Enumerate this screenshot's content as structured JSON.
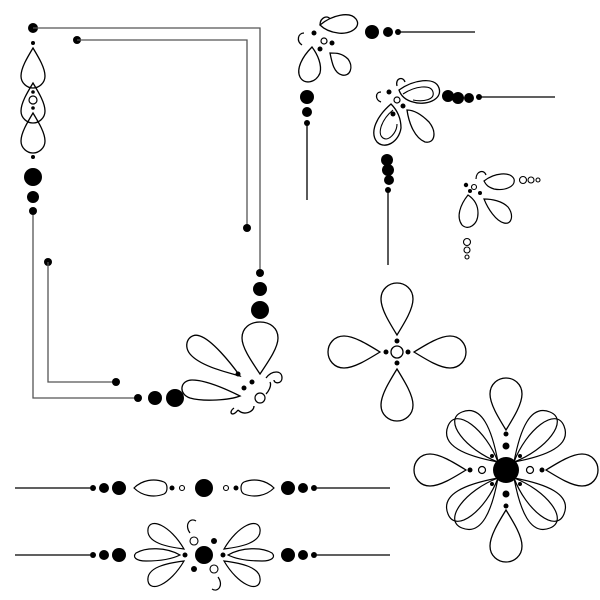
{
  "colors": {
    "ink": "#000000",
    "paper": "#ffffff"
  },
  "ornaments": [
    {
      "name": "frame-corner-ornament",
      "icon": "flourish-frame-icon"
    },
    {
      "name": "corner-ornament-small",
      "icon": "flourish-corner-icon"
    },
    {
      "name": "corner-ornament-medium",
      "icon": "flourish-corner-icon"
    },
    {
      "name": "corner-ornament-tiny",
      "icon": "flourish-corner-icon"
    },
    {
      "name": "four-petal-flower",
      "icon": "flower-icon"
    },
    {
      "name": "large-flower-medallion",
      "icon": "medallion-icon"
    },
    {
      "name": "divider-simple",
      "icon": "divider-icon"
    },
    {
      "name": "divider-floral",
      "icon": "divider-icon"
    }
  ]
}
